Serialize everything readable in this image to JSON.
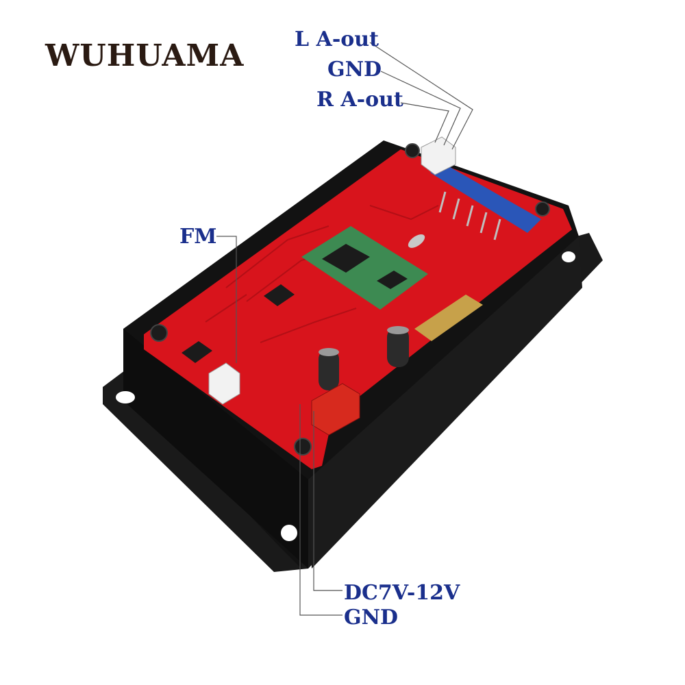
{
  "brand": "WUHUAMA",
  "labels": {
    "l_aout": "L A-out",
    "gnd_top": "GND",
    "r_aout": "R A-out",
    "fm": "FM",
    "dc_in": "DC7V-12V",
    "gnd_bottom": "GND"
  },
  "colors": {
    "label_text": "#1a2f8c",
    "brand_text": "#2a1a12",
    "pcb": "#d8141c",
    "case": "#141414",
    "module": "#3d8a52"
  }
}
